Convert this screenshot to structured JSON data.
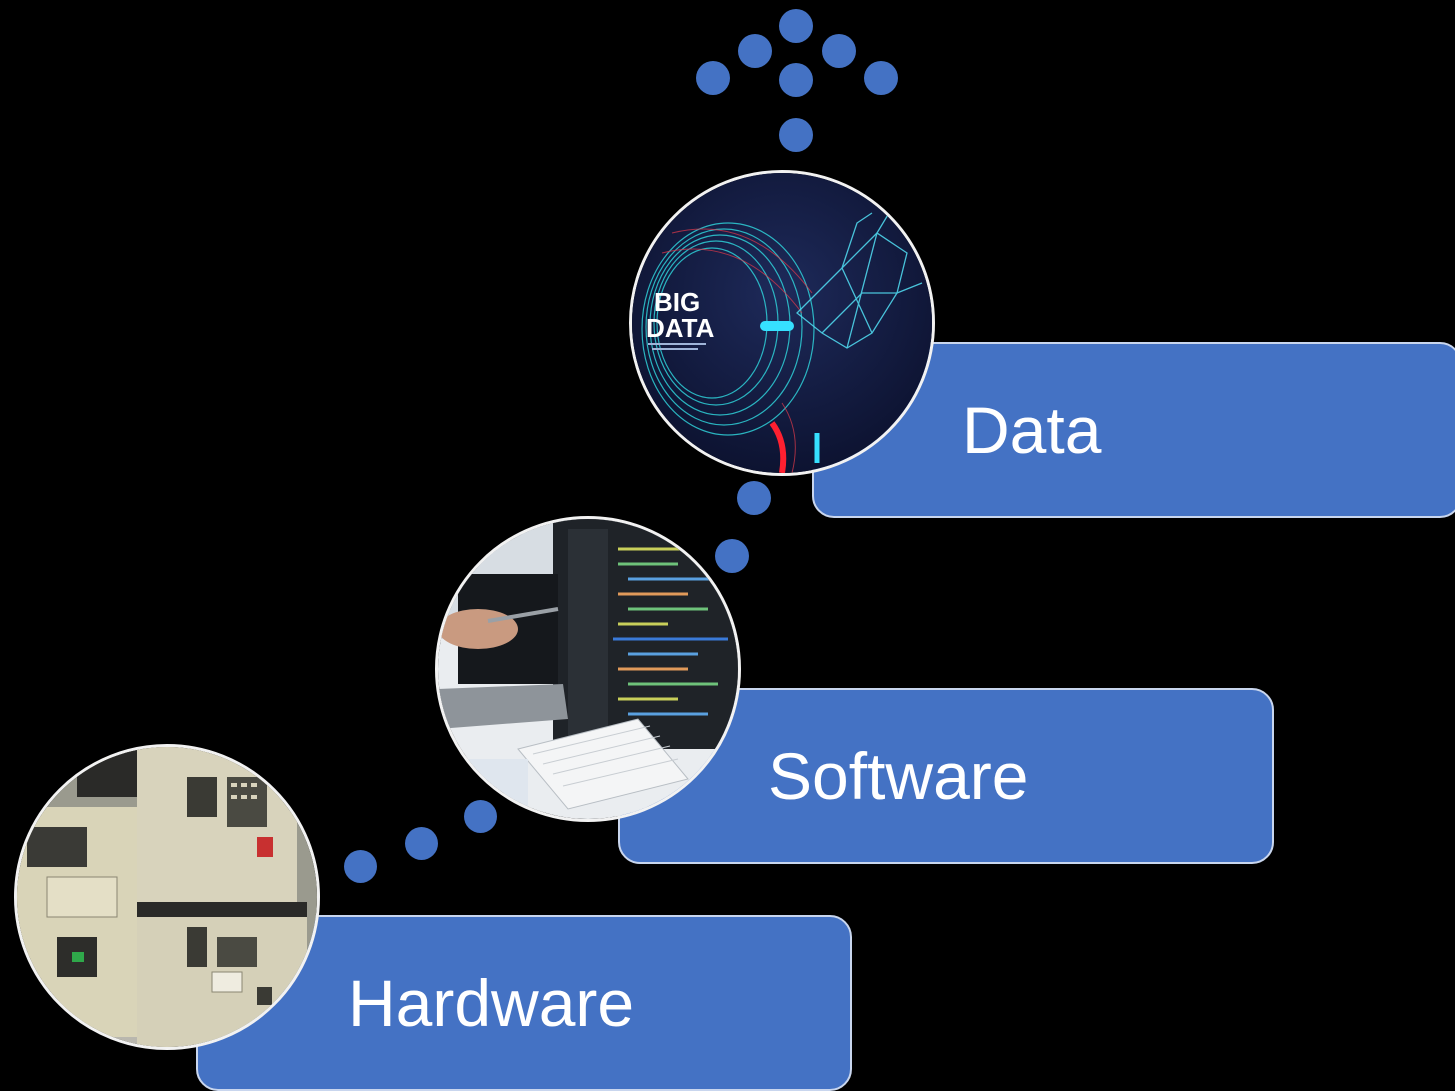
{
  "stages": [
    {
      "id": "data",
      "label": "Data"
    },
    {
      "id": "software",
      "label": "Software"
    },
    {
      "id": "hardware",
      "label": "Hardware"
    }
  ],
  "photo_data_logo": {
    "line1": "BIG",
    "line2": "DATA"
  },
  "colors": {
    "accent": "#4472c4",
    "background": "#000000",
    "text": "#ffffff"
  }
}
